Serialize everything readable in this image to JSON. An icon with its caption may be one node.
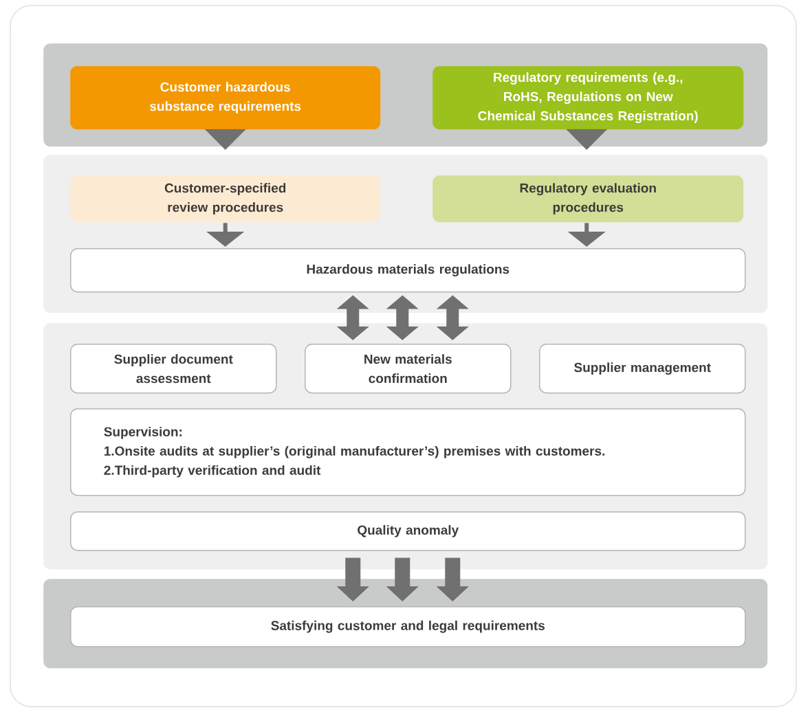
{
  "diagram": {
    "nodes": [
      {
        "text": [],
        "shape": "box"
      },
      {
        "text": [
          "Customer hazardous substance requirements"
        ],
        "in": 0
      },
      {
        "text": [
          "Regulatory requirements (e.g., RoHS, Regulations on New Chemical Substances Registration)"
        ],
        "in": 0
      },
      {
        "text": [],
        "shape": "box"
      },
      {
        "text": [
          "Customer-specified review procedures"
        ],
        "in": 3
      },
      {
        "text": [
          "Regulatory evaluation procedures"
        ],
        "in": 3
      },
      {
        "text": [
          "Hazardous materials regulations"
        ],
        "in": 3
      },
      {
        "text": [],
        "shape": "box"
      },
      {
        "text": [
          "Supplier document assessment"
        ],
        "in": 7
      },
      {
        "text": [
          "New materials confirmation"
        ],
        "in": 7
      },
      {
        "text": [
          "Supplier management"
        ],
        "in": 7
      },
      {
        "text": [
          "Supervision:",
          "1.Onsite audits at supplier’s (original manufacturer’s) premises with customers.",
          "2.Third-party verification and audit"
        ],
        "in": 7
      },
      {
        "text": [
          "Quality anomaly"
        ],
        "in": 7
      },
      {
        "text": [],
        "shape": "box"
      },
      {
        "text": [
          "Satisfying customer and legal requirements"
        ],
        "in": 13
      }
    ],
    "edges": [
      {
        "from": 1,
        "to": 4,
        "arrow": "to"
      },
      {
        "from": 2,
        "to": 5,
        "arrow": "to"
      },
      {
        "from": 4,
        "to": 6,
        "arrow": "to"
      },
      {
        "from": 5,
        "to": 6,
        "arrow": "to"
      },
      {
        "from": 6,
        "to": 7,
        "arrow": "both"
      },
      {
        "from": 6,
        "to": 7,
        "arrow": "both"
      },
      {
        "from": 6,
        "to": 7,
        "arrow": "both"
      },
      {
        "from": 12,
        "to": 14,
        "arrow": "to"
      },
      {
        "from": 12,
        "to": 14,
        "arrow": "to"
      },
      {
        "from": 12,
        "to": 14,
        "arrow": "to"
      }
    ]
  }
}
